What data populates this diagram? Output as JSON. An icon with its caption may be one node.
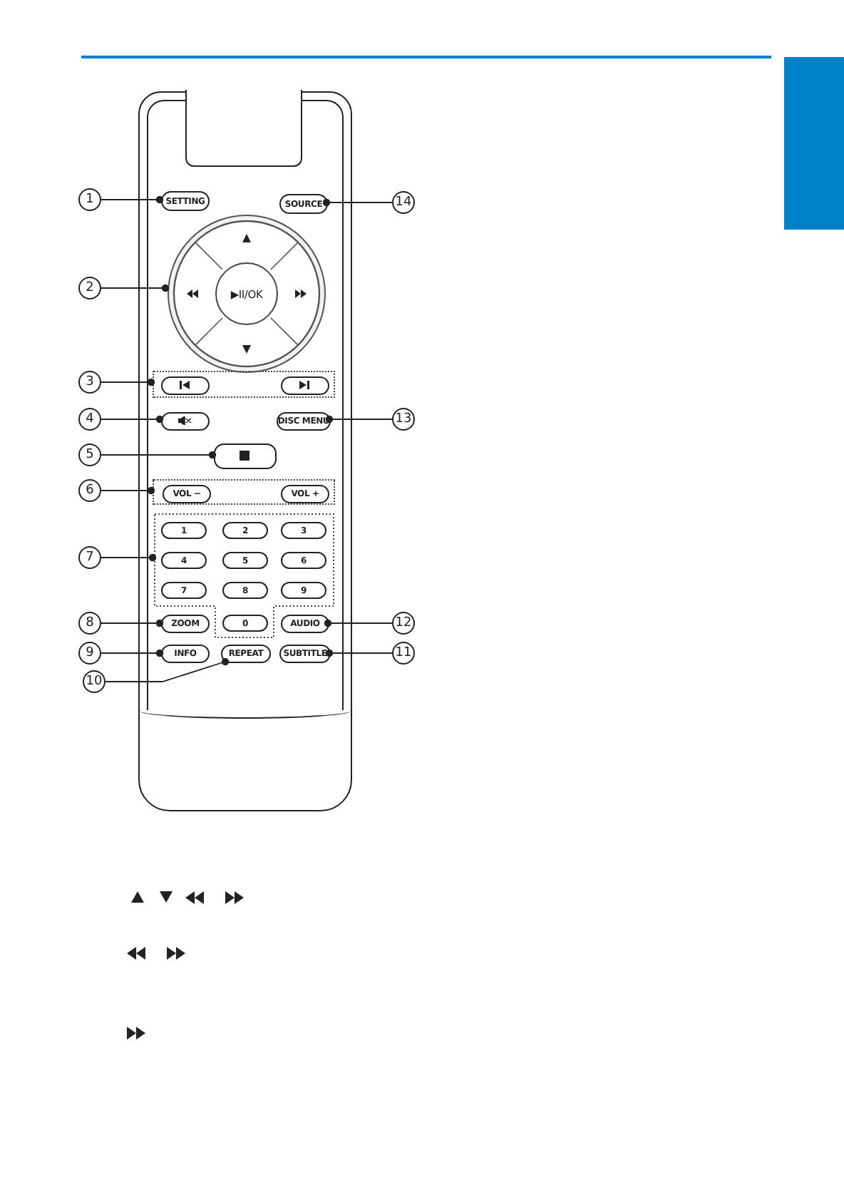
{
  "diagram": {
    "nodes": [
      {
        "text": [],
        "shape": "box"
      },
      {
        "text": [
          "SETTING"
        ],
        "in": 0
      },
      {
        "text": [
          "SOURCE"
        ],
        "in": 0
      },
      {
        "text": [],
        "shape": "circle",
        "in": 0
      },
      {
        "text": [
          "▶II/OK"
        ],
        "in": 3
      },
      {
        "text": [],
        "shape": "box",
        "in": 0
      },
      {
        "text": [],
        "shape": "box",
        "in": 5
      },
      {
        "text": [],
        "shape": "box",
        "in": 5
      },
      {
        "text": [],
        "shape": "box",
        "in": 0
      },
      {
        "text": [
          "DISC MENU"
        ],
        "in": 0
      },
      {
        "text": [],
        "shape": "box",
        "in": 0
      },
      {
        "text": [],
        "shape": "box",
        "in": 0
      },
      {
        "text": [
          "VOL −"
        ],
        "in": 11
      },
      {
        "text": [
          "VOL +"
        ],
        "in": 11
      },
      {
        "text": [],
        "shape": "box",
        "in": 0
      },
      {
        "text": [
          "1"
        ],
        "in": 14
      },
      {
        "text": [
          "2"
        ],
        "in": 14
      },
      {
        "text": [
          "3"
        ],
        "in": 14
      },
      {
        "text": [
          "4"
        ],
        "in": 14
      },
      {
        "text": [
          "5"
        ],
        "in": 14
      },
      {
        "text": [
          "6"
        ],
        "in": 14
      },
      {
        "text": [
          "7"
        ],
        "in": 14
      },
      {
        "text": [
          "8"
        ],
        "in": 14
      },
      {
        "text": [
          "9"
        ],
        "in": 14
      },
      {
        "text": [
          "0"
        ],
        "in": 14
      },
      {
        "text": [
          "ZOOM"
        ],
        "in": 0
      },
      {
        "text": [
          "AUDIO"
        ],
        "in": 0
      },
      {
        "text": [
          "INFO"
        ],
        "in": 0
      },
      {
        "text": [
          "REPEAT"
        ],
        "in": 0
      },
      {
        "text": [
          "SUBTITLE"
        ],
        "in": 0
      },
      {
        "text": [
          "1"
        ]
      },
      {
        "text": [
          "2"
        ]
      },
      {
        "text": [
          "3"
        ]
      },
      {
        "text": [
          "4"
        ]
      },
      {
        "text": [
          "5"
        ]
      },
      {
        "text": [
          "6"
        ]
      },
      {
        "text": [
          "7"
        ]
      },
      {
        "text": [
          "8"
        ]
      },
      {
        "text": [
          "9"
        ]
      },
      {
        "text": [
          "10"
        ]
      },
      {
        "text": [
          "11"
        ]
      },
      {
        "text": [
          "12"
        ]
      },
      {
        "text": [
          "13"
        ]
      },
      {
        "text": [
          "14"
        ]
      }
    ],
    "edges": [
      {
        "from": 30,
        "to": 1,
        "arrow": "other"
      },
      {
        "from": 31,
        "to": 3,
        "arrow": "other"
      },
      {
        "from": 32,
        "to": 5,
        "arrow": "other"
      },
      {
        "from": 33,
        "to": 8,
        "arrow": "other"
      },
      {
        "from": 34,
        "to": 10,
        "arrow": "other"
      },
      {
        "from": 35,
        "to": 11,
        "arrow": "other"
      },
      {
        "from": 36,
        "to": 14,
        "arrow": "other"
      },
      {
        "from": 37,
        "to": 25,
        "arrow": "other"
      },
      {
        "from": 38,
        "to": 27,
        "arrow": "other"
      },
      {
        "from": 39,
        "to": 28,
        "arrow": "other"
      },
      {
        "from": 40,
        "to": 29,
        "arrow": "other"
      },
      {
        "from": 41,
        "to": 26,
        "arrow": "other"
      },
      {
        "from": 42,
        "to": 9,
        "arrow": "other"
      },
      {
        "from": 43,
        "to": 2,
        "arrow": "other"
      }
    ]
  }
}
